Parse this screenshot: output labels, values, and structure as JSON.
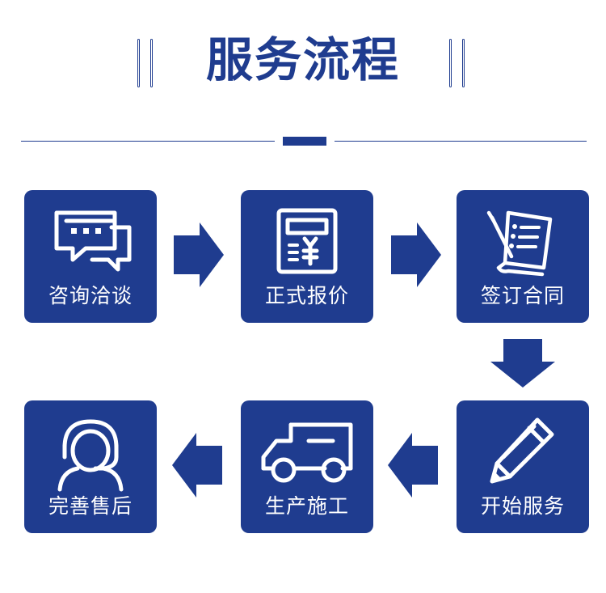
{
  "title": "服务流程",
  "steps": [
    {
      "label": "咨询洽谈",
      "icon": "chat-bubbles-icon"
    },
    {
      "label": "正式报价",
      "icon": "price-calculator-icon"
    },
    {
      "label": "签订合同",
      "icon": "contract-pen-icon"
    },
    {
      "label": "开始服务",
      "icon": "pencil-icon"
    },
    {
      "label": "生产施工",
      "icon": "truck-icon"
    },
    {
      "label": "完善售后",
      "icon": "headset-support-icon"
    }
  ],
  "colors": {
    "primary": "#1f3c8f",
    "background": "#ffffff"
  }
}
